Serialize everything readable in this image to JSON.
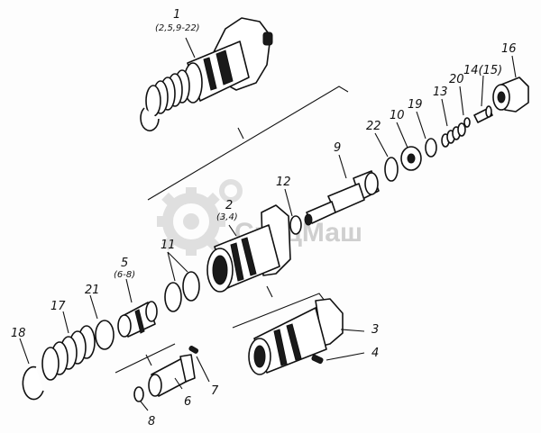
{
  "watermark": {
    "text": "СпецМаш",
    "color": "#cfcfcf"
  },
  "labels": {
    "1": "1",
    "1_sub": "(2,5,9-22)",
    "2": "2",
    "2_sub": "(3,4)",
    "3": "3",
    "4": "4",
    "5": "5",
    "5_sub": "(6-8)",
    "6": "6",
    "7": "7",
    "8": "8",
    "9": "9",
    "10": "10",
    "11": "11",
    "12": "12",
    "13": "13",
    "14": "14(15)",
    "16": "16",
    "17": "17",
    "18": "18",
    "19": "19",
    "20": "20",
    "21": "21",
    "22": "22"
  }
}
